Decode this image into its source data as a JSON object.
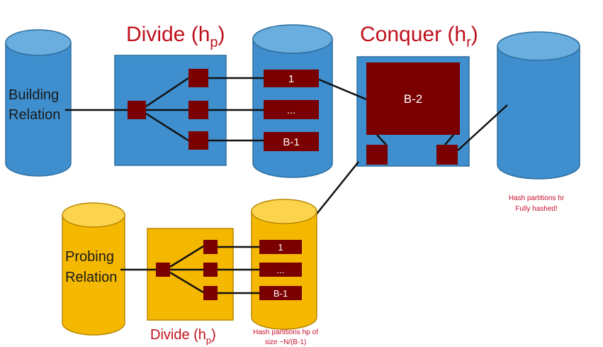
{
  "titles": {
    "divide_top_main": "Divide (h",
    "divide_top_sub": "p",
    "divide_top_close": ")",
    "conquer_main": "Conquer (h",
    "conquer_sub": "r",
    "conquer_close": ")",
    "divide_bottom_main": "Divide (h",
    "divide_bottom_sub": "p",
    "divide_bottom_close": ")"
  },
  "building": {
    "label_line1": "Building",
    "label_line2": "Relation",
    "partitions": [
      "1",
      "...",
      "B-1"
    ]
  },
  "conquer": {
    "buffer_label": "B-2"
  },
  "output": {
    "caption_line1": "Hash partitions hr",
    "caption_line2": "Fully hashed!"
  },
  "probing": {
    "label_line1": "Probing",
    "label_line2": "Relation",
    "partitions": [
      "1",
      "...",
      "B-1"
    ],
    "caption_line1": "Hash partitions hp of",
    "caption_line2": "size ~N/(B-1)"
  },
  "colors": {
    "blue": "#3f8fcf",
    "blue_top": "#6aaee0",
    "blue_stroke": "#2e6e9e",
    "yellow": "#f5b800",
    "yellow_top": "#fcd34d",
    "yellow_stroke": "#b88700",
    "dark_red": "#7a0000",
    "title_red": "#c0101c",
    "caption_red": "#c8102e"
  }
}
